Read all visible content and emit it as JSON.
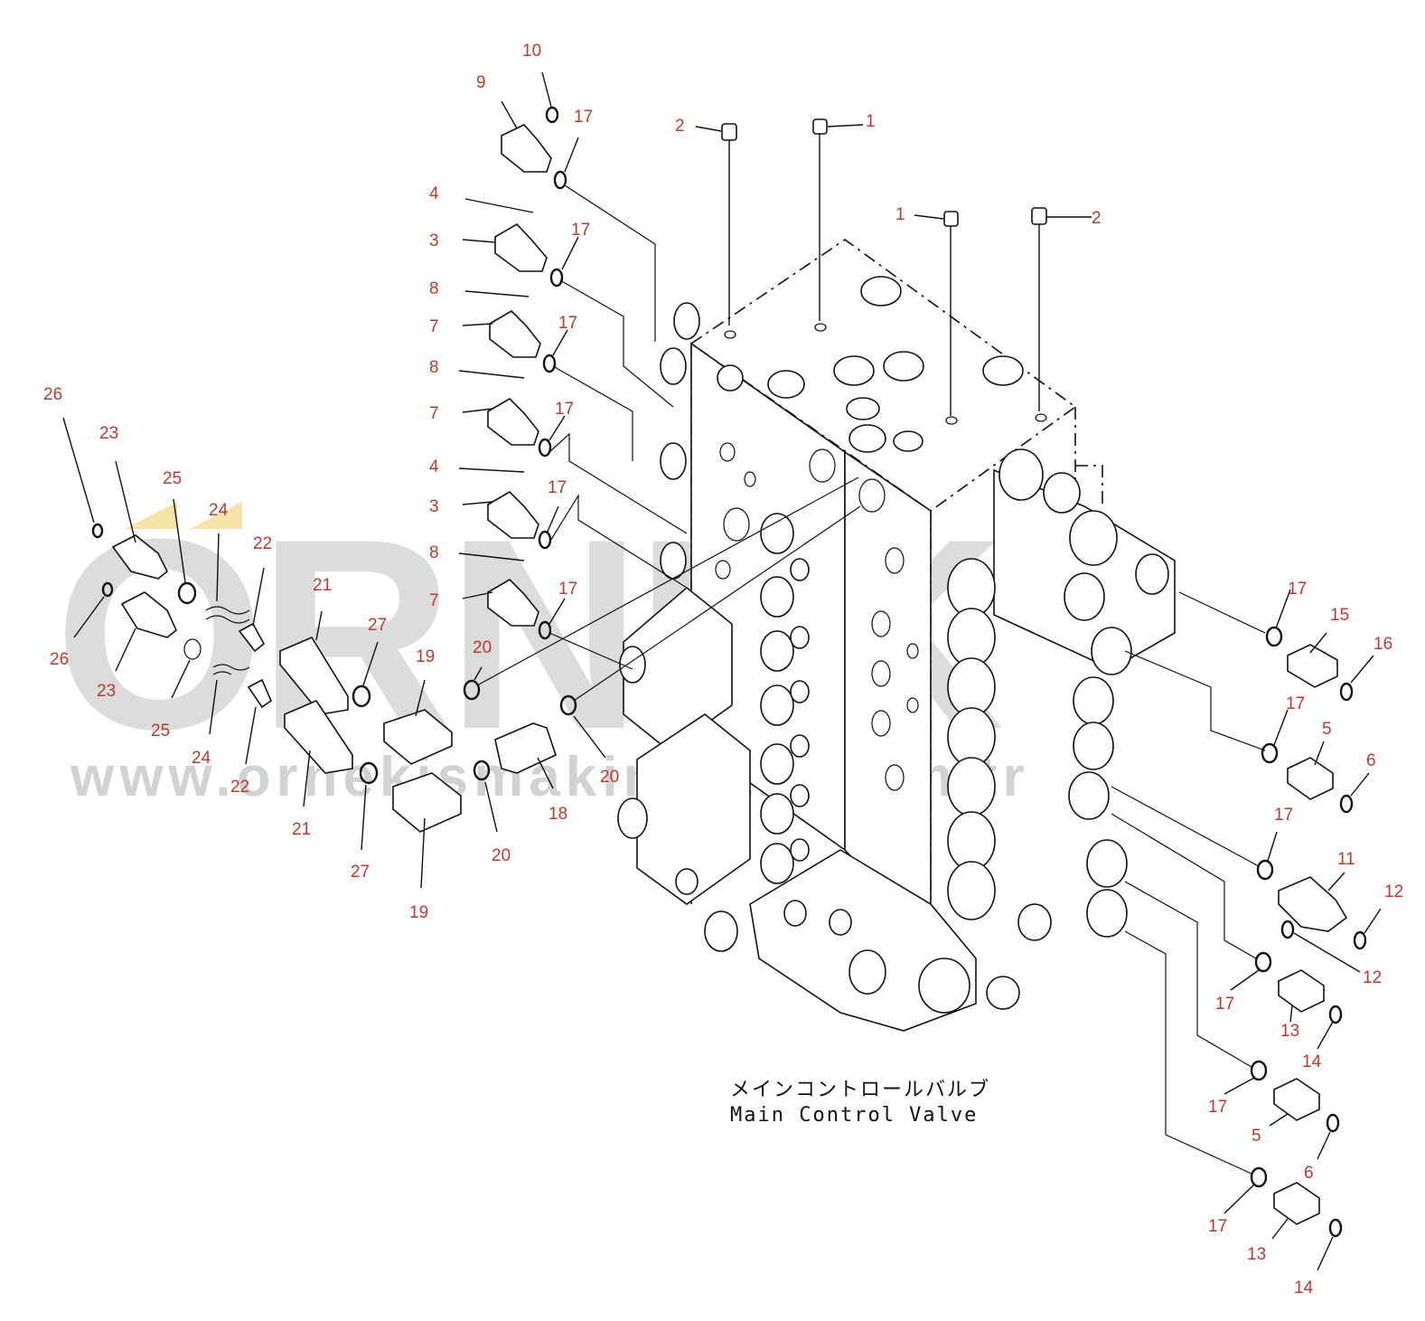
{
  "watermark": {
    "brand": "ORNEK",
    "url": "www.ornekismakinalari.com.tr"
  },
  "caption": {
    "japanese": "メインコントロールバルブ",
    "english": "Main Control Valve"
  },
  "callouts": [
    "10",
    "9",
    "17",
    "2",
    "1",
    "4",
    "3",
    "17",
    "8",
    "7",
    "17",
    "8",
    "7",
    "17",
    "4",
    "3",
    "17",
    "8",
    "7",
    "17",
    "1",
    "2",
    "26",
    "23",
    "25",
    "24",
    "22",
    "21",
    "27",
    "19",
    "20",
    "26",
    "23",
    "25",
    "24",
    "22",
    "21",
    "27",
    "19",
    "20",
    "18",
    "17",
    "15",
    "16",
    "17",
    "5",
    "6",
    "17",
    "11",
    "12",
    "12",
    "17",
    "13",
    "14",
    "17",
    "5",
    "6",
    "17",
    "13",
    "14"
  ]
}
